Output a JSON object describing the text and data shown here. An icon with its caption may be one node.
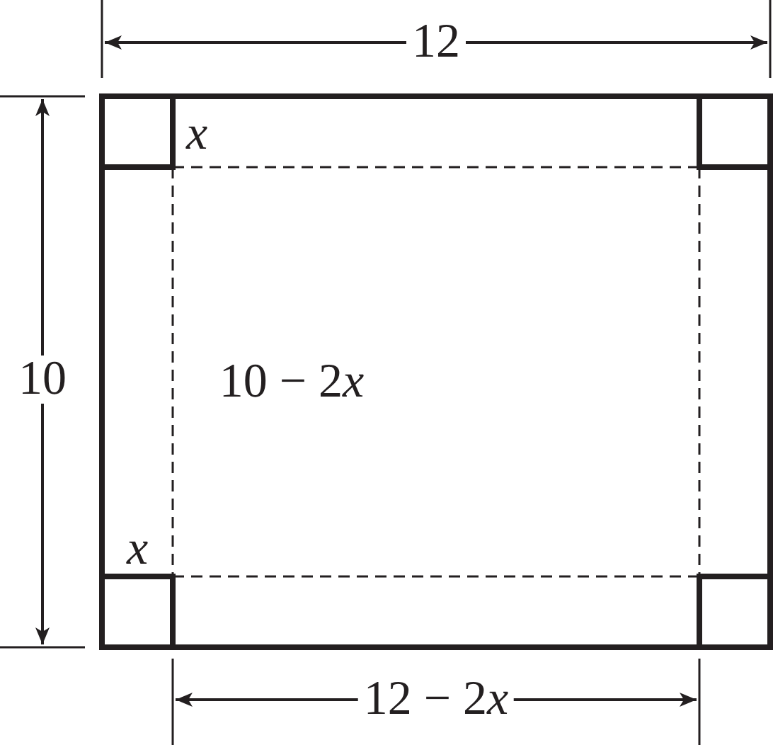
{
  "diagram": {
    "labels": [
      "12",
      "10",
      "x",
      "10 − 2x",
      "x",
      "12 − 2x"
    ]
  }
}
